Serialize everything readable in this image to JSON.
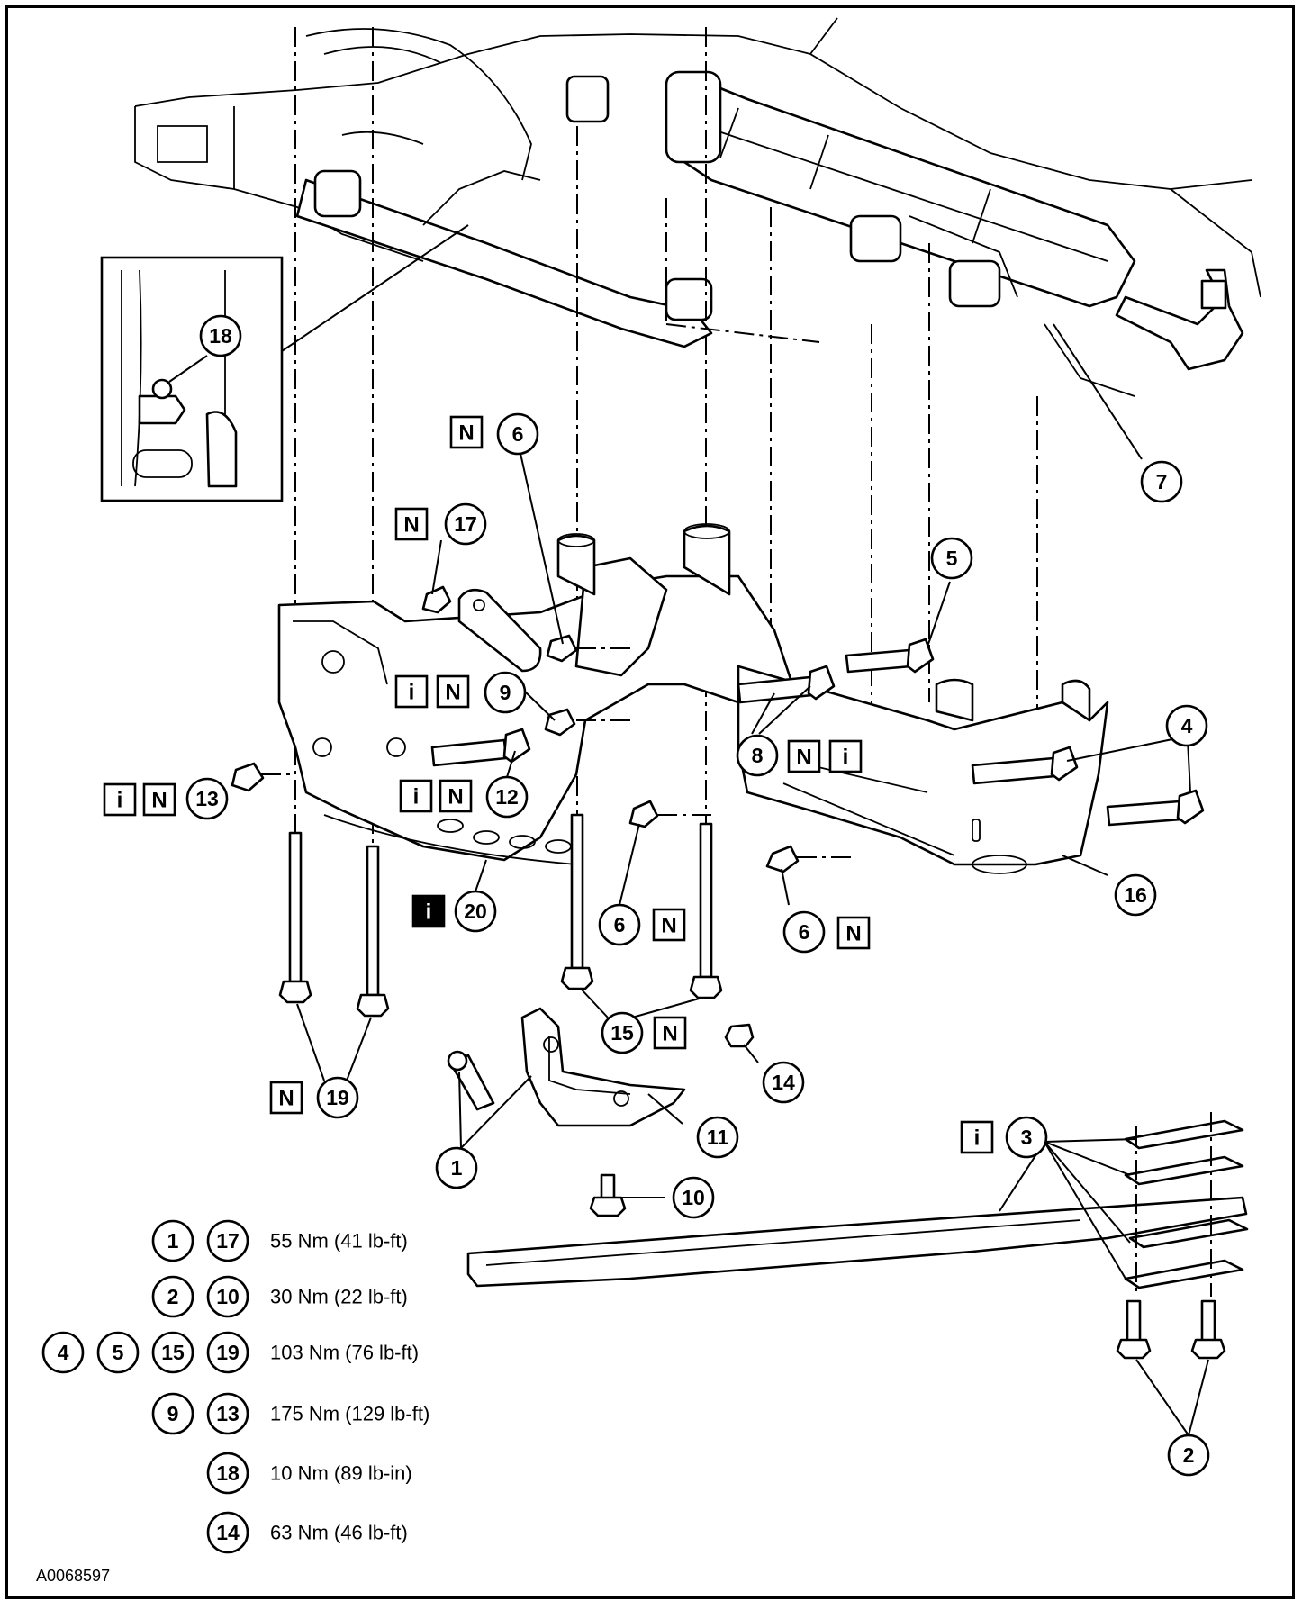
{
  "figure_id": "A0068597",
  "callouts": [
    {
      "id": "c18",
      "num": "18"
    },
    {
      "id": "c6a",
      "num": "6"
    },
    {
      "id": "c7",
      "num": "7"
    },
    {
      "id": "c17",
      "num": "17"
    },
    {
      "id": "c5",
      "num": "5"
    },
    {
      "id": "c9",
      "num": "9"
    },
    {
      "id": "c4",
      "num": "4"
    },
    {
      "id": "c8",
      "num": "8"
    },
    {
      "id": "c13",
      "num": "13"
    },
    {
      "id": "c12",
      "num": "12"
    },
    {
      "id": "c16",
      "num": "16"
    },
    {
      "id": "c20",
      "num": "20"
    },
    {
      "id": "c6b",
      "num": "6"
    },
    {
      "id": "c6c",
      "num": "6"
    },
    {
      "id": "c15",
      "num": "15"
    },
    {
      "id": "c14",
      "num": "14"
    },
    {
      "id": "c19",
      "num": "19"
    },
    {
      "id": "c11",
      "num": "11"
    },
    {
      "id": "c1",
      "num": "1"
    },
    {
      "id": "c3",
      "num": "3"
    },
    {
      "id": "c10",
      "num": "10"
    },
    {
      "id": "c2",
      "num": "2"
    }
  ],
  "symbols": [
    {
      "id": "s1",
      "letter": "N"
    },
    {
      "id": "s2",
      "letter": "N"
    },
    {
      "id": "s3",
      "letter": "i"
    },
    {
      "id": "s4",
      "letter": "N"
    },
    {
      "id": "s5",
      "letter": "N"
    },
    {
      "id": "s6",
      "letter": "i"
    },
    {
      "id": "s7",
      "letter": "i"
    },
    {
      "id": "s8",
      "letter": "N"
    },
    {
      "id": "s9",
      "letter": "i"
    },
    {
      "id": "s10",
      "letter": "N"
    },
    {
      "id": "s11",
      "letter": "i"
    },
    {
      "id": "s12",
      "letter": "N"
    },
    {
      "id": "s13",
      "letter": "N"
    },
    {
      "id": "s14",
      "letter": "N"
    },
    {
      "id": "s15",
      "letter": "N"
    },
    {
      "id": "s16",
      "letter": "i"
    }
  ],
  "torque_specs": [
    {
      "parts": [
        "1",
        "17"
      ],
      "value": "55 Nm (41 lb-ft)"
    },
    {
      "parts": [
        "2",
        "10"
      ],
      "value": "30 Nm (22 lb-ft)"
    },
    {
      "parts": [
        "4",
        "5",
        "15",
        "19"
      ],
      "value": "103 Nm (76 lb-ft)"
    },
    {
      "parts": [
        "9",
        "13"
      ],
      "value": "175 Nm (129 lb-ft)"
    },
    {
      "parts": [
        "18"
      ],
      "value": "10 Nm (89 lb-in)"
    },
    {
      "parts": [
        "14"
      ],
      "value": "63 Nm (46 lb-ft)"
    }
  ]
}
